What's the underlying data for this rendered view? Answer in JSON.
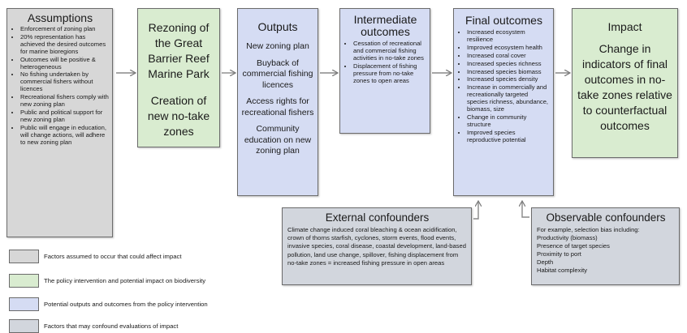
{
  "assumptions": {
    "title": "Assumptions",
    "items": [
      "Enforcement of zoning plan",
      "20% representation has achieved the desired outcomes for marine bioregions",
      "Outcomes will be positive & heterogeneous",
      "No fishing undertaken by commercial fishers without licences",
      "Recreational fishers comply with new zoning plan",
      "Public and political support for new zoning plan",
      "Public will engage in education, will change actions, will adhere to new zoning plan"
    ]
  },
  "rezoning": {
    "line1": "Rezoning of the Great Barrier Reef Marine Park",
    "line2": "Creation of new no-take zones"
  },
  "outputs": {
    "title": "Outputs",
    "items": [
      "New zoning plan",
      "Buyback of commercial fishing licences",
      "Access rights for recreational fishers",
      "Community education on new zoning plan"
    ]
  },
  "intermediate": {
    "title": "Intermediate outcomes",
    "items": [
      "Cessation of recreational and commercial fishing activities in no-take zones",
      "Displacement of fishing pressure from no-take zones to open areas"
    ]
  },
  "final": {
    "title": "Final outcomes",
    "items": [
      "Increased ecosystem resilience",
      "Improved ecosystem health",
      "Increased coral cover",
      "Increased species richness",
      "Increased species biomass",
      "Increased species density",
      "Increase in commercially and recreationally targeted species richness, abundance, biomass, size",
      "Change in community structure",
      "Improved species reproductive potential"
    ]
  },
  "impact": {
    "title": "Impact",
    "text": "Change in indicators of final outcomes in no-take zones relative to counterfactual outcomes"
  },
  "external": {
    "title": "External confounders",
    "text": "Climate change induced coral bleaching & ocean acidification, crown of thorns starfish, cyclones, storm events, flood events, invasive species, coral disease, coastal development, land-based pollution, land use change, spillover, fishing displacement from no-take zones = increased fishing pressure in open areas"
  },
  "observable": {
    "title": "Observable confounders",
    "intro": "For example, selection bias including:",
    "items": [
      "Productivity (biomass)",
      "Presence of target species",
      "Proximity to port",
      "Depth",
      "Habitat complexity"
    ]
  },
  "legend": {
    "items": [
      {
        "label": "Factors assumed to occur that could affect impact",
        "color": "#d7d7d7"
      },
      {
        "label": "The policy intervention and potential impact on biodiversity",
        "color": "#d9ecd0"
      },
      {
        "label": "Potential outputs and outcomes from the policy intervention",
        "color": "#d5dcf3"
      },
      {
        "label": "Factors that may confound evaluations of impact",
        "color": "#d2d6dd"
      }
    ]
  }
}
